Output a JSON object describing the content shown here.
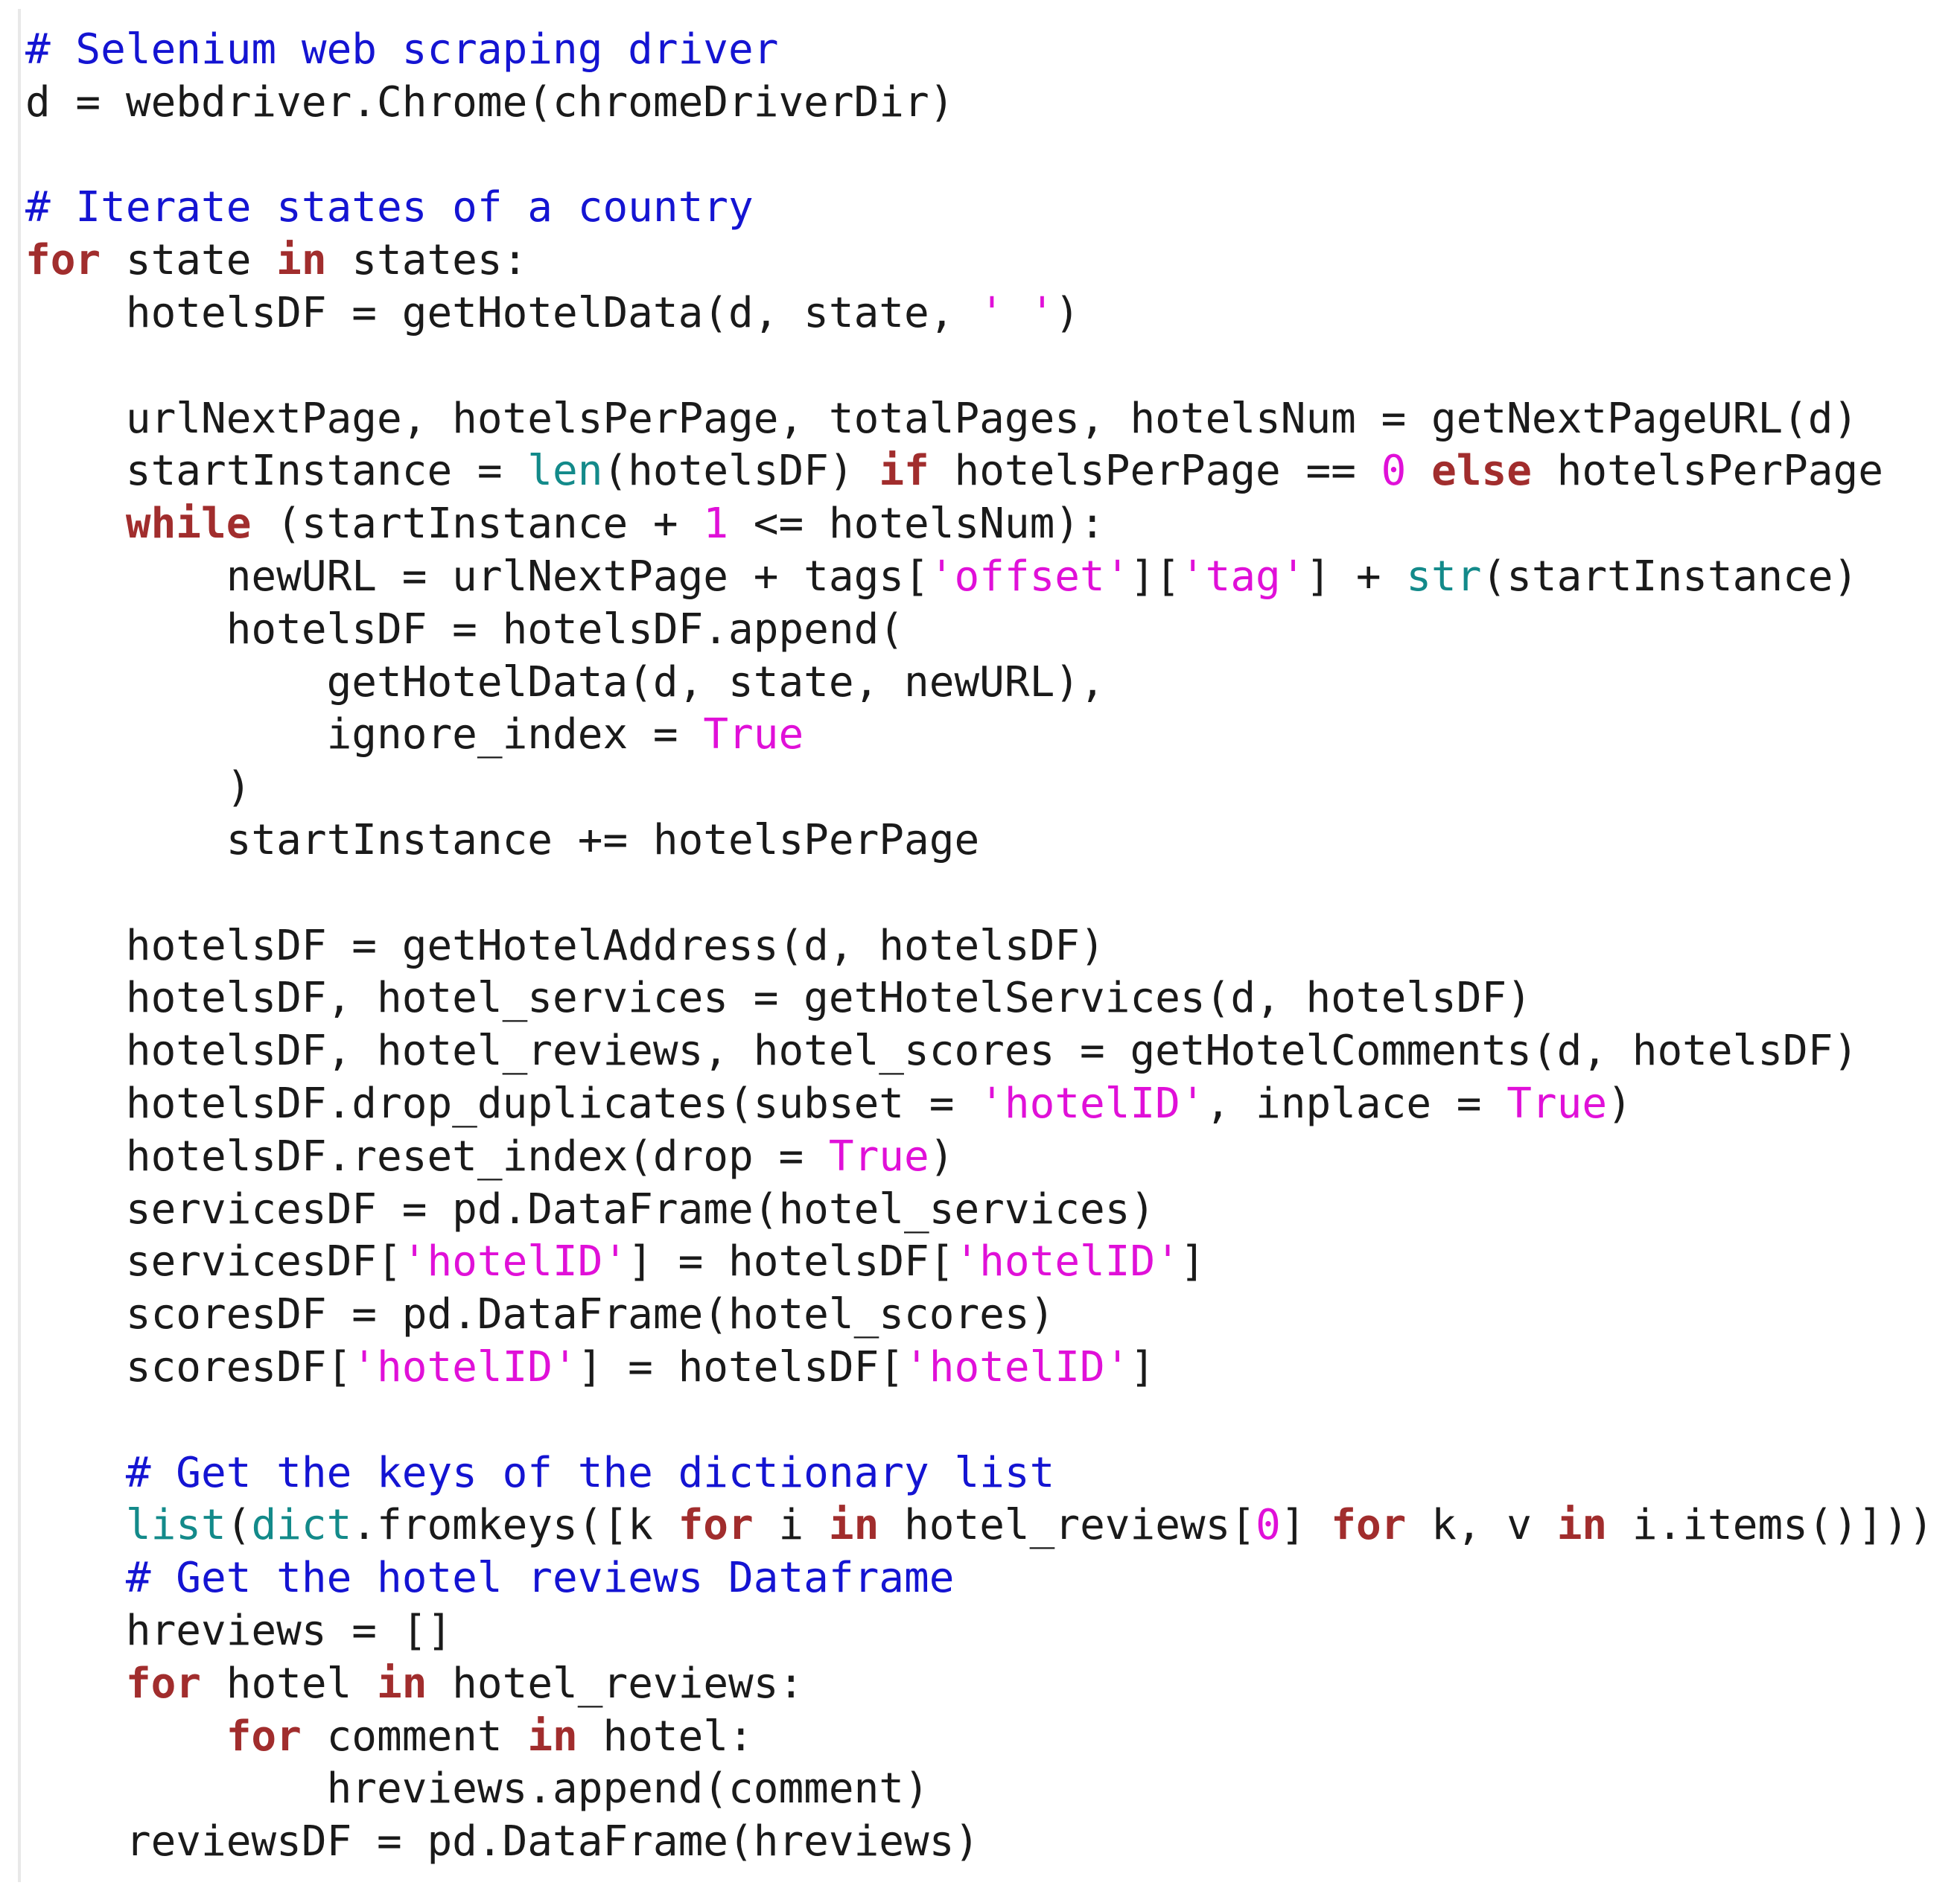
{
  "editor": {
    "lines": [
      {
        "tokens": [
          {
            "t": "# Selenium web scraping driver",
            "c": "cm"
          }
        ]
      },
      {
        "tokens": [
          {
            "t": "d = webdriver.Chrome(chromeDriverDir)",
            "c": ""
          }
        ]
      },
      {
        "tokens": []
      },
      {
        "tokens": [
          {
            "t": "# Iterate states of a country",
            "c": "cm"
          }
        ]
      },
      {
        "tokens": [
          {
            "t": "for",
            "c": "kw"
          },
          {
            "t": " state ",
            "c": ""
          },
          {
            "t": "in",
            "c": "kw"
          },
          {
            "t": " states:",
            "c": ""
          }
        ]
      },
      {
        "tokens": [
          {
            "t": "    hotelsDF = getHotelData(d, state, ",
            "c": ""
          },
          {
            "t": "' '",
            "c": "st"
          },
          {
            "t": ")",
            "c": ""
          }
        ]
      },
      {
        "tokens": []
      },
      {
        "tokens": [
          {
            "t": "    urlNextPage, hotelsPerPage, totalPages, hotelsNum = getNextPageURL(d)",
            "c": ""
          }
        ]
      },
      {
        "tokens": [
          {
            "t": "    startInstance = ",
            "c": ""
          },
          {
            "t": "len",
            "c": "bi"
          },
          {
            "t": "(hotelsDF) ",
            "c": ""
          },
          {
            "t": "if",
            "c": "kw"
          },
          {
            "t": " hotelsPerPage == ",
            "c": ""
          },
          {
            "t": "0",
            "c": "nm"
          },
          {
            "t": " ",
            "c": ""
          },
          {
            "t": "else",
            "c": "kw"
          },
          {
            "t": " hotelsPerPage",
            "c": ""
          }
        ]
      },
      {
        "tokens": [
          {
            "t": "    ",
            "c": ""
          },
          {
            "t": "while",
            "c": "kw"
          },
          {
            "t": " (startInstance + ",
            "c": ""
          },
          {
            "t": "1",
            "c": "nm"
          },
          {
            "t": " <= hotelsNum):",
            "c": ""
          }
        ]
      },
      {
        "tokens": [
          {
            "t": "        newURL = urlNextPage + tags[",
            "c": ""
          },
          {
            "t": "'offset'",
            "c": "st"
          },
          {
            "t": "][",
            "c": ""
          },
          {
            "t": "'tag'",
            "c": "st"
          },
          {
            "t": "] + ",
            "c": ""
          },
          {
            "t": "str",
            "c": "bi"
          },
          {
            "t": "(startInstance)",
            "c": ""
          }
        ]
      },
      {
        "tokens": [
          {
            "t": "        hotelsDF = hotelsDF.append(",
            "c": ""
          }
        ]
      },
      {
        "tokens": [
          {
            "t": "            getHotelData(d, state, newURL),",
            "c": ""
          }
        ]
      },
      {
        "tokens": [
          {
            "t": "            ignore_index = ",
            "c": ""
          },
          {
            "t": "True",
            "c": "bo"
          }
        ]
      },
      {
        "tokens": [
          {
            "t": "        )",
            "c": ""
          }
        ]
      },
      {
        "tokens": [
          {
            "t": "        startInstance += hotelsPerPage",
            "c": ""
          }
        ]
      },
      {
        "tokens": []
      },
      {
        "tokens": [
          {
            "t": "    hotelsDF = getHotelAddress(d, hotelsDF)",
            "c": ""
          }
        ]
      },
      {
        "tokens": [
          {
            "t": "    hotelsDF, hotel_services = getHotelServices(d, hotelsDF)",
            "c": ""
          }
        ]
      },
      {
        "tokens": [
          {
            "t": "    hotelsDF, hotel_reviews, hotel_scores = getHotelComments(d, hotelsDF)",
            "c": ""
          }
        ]
      },
      {
        "tokens": [
          {
            "t": "    hotelsDF.drop_duplicates(subset = ",
            "c": ""
          },
          {
            "t": "'hotelID'",
            "c": "st"
          },
          {
            "t": ", inplace = ",
            "c": ""
          },
          {
            "t": "True",
            "c": "bo"
          },
          {
            "t": ")",
            "c": ""
          }
        ]
      },
      {
        "tokens": [
          {
            "t": "    hotelsDF.reset_index(drop = ",
            "c": ""
          },
          {
            "t": "True",
            "c": "bo"
          },
          {
            "t": ")",
            "c": ""
          }
        ]
      },
      {
        "tokens": [
          {
            "t": "    servicesDF = pd.DataFrame(hotel_services)",
            "c": ""
          }
        ]
      },
      {
        "tokens": [
          {
            "t": "    servicesDF[",
            "c": ""
          },
          {
            "t": "'hotelID'",
            "c": "st"
          },
          {
            "t": "] = hotelsDF[",
            "c": ""
          },
          {
            "t": "'hotelID'",
            "c": "st"
          },
          {
            "t": "]",
            "c": ""
          }
        ]
      },
      {
        "tokens": [
          {
            "t": "    scoresDF = pd.DataFrame(hotel_scores)",
            "c": ""
          }
        ]
      },
      {
        "tokens": [
          {
            "t": "    scoresDF[",
            "c": ""
          },
          {
            "t": "'hotelID'",
            "c": "st"
          },
          {
            "t": "] = hotelsDF[",
            "c": ""
          },
          {
            "t": "'hotelID'",
            "c": "st"
          },
          {
            "t": "]",
            "c": ""
          }
        ]
      },
      {
        "tokens": []
      },
      {
        "tokens": [
          {
            "t": "    ",
            "c": ""
          },
          {
            "t": "# Get the keys of the dictionary list",
            "c": "cm"
          }
        ]
      },
      {
        "tokens": [
          {
            "t": "    ",
            "c": ""
          },
          {
            "t": "list",
            "c": "bi"
          },
          {
            "t": "(",
            "c": ""
          },
          {
            "t": "dict",
            "c": "bi"
          },
          {
            "t": ".fromkeys([k ",
            "c": ""
          },
          {
            "t": "for",
            "c": "kw"
          },
          {
            "t": " i ",
            "c": ""
          },
          {
            "t": "in",
            "c": "kw"
          },
          {
            "t": " hotel_reviews[",
            "c": ""
          },
          {
            "t": "0",
            "c": "nm"
          },
          {
            "t": "] ",
            "c": ""
          },
          {
            "t": "for",
            "c": "kw"
          },
          {
            "t": " k, v ",
            "c": ""
          },
          {
            "t": "in",
            "c": "kw"
          },
          {
            "t": " i.items()]))",
            "c": ""
          }
        ]
      },
      {
        "tokens": [
          {
            "t": "    ",
            "c": ""
          },
          {
            "t": "# Get the hotel reviews Dataframe",
            "c": "cm"
          }
        ]
      },
      {
        "tokens": [
          {
            "t": "    hreviews = []",
            "c": ""
          }
        ]
      },
      {
        "tokens": [
          {
            "t": "    ",
            "c": ""
          },
          {
            "t": "for",
            "c": "kw"
          },
          {
            "t": " hotel ",
            "c": ""
          },
          {
            "t": "in",
            "c": "kw"
          },
          {
            "t": " hotel_reviews:",
            "c": ""
          }
        ]
      },
      {
        "tokens": [
          {
            "t": "        ",
            "c": ""
          },
          {
            "t": "for",
            "c": "kw"
          },
          {
            "t": " comment ",
            "c": ""
          },
          {
            "t": "in",
            "c": "kw"
          },
          {
            "t": " hotel:",
            "c": ""
          }
        ]
      },
      {
        "tokens": [
          {
            "t": "            hreviews.append(comment)",
            "c": ""
          }
        ]
      },
      {
        "tokens": [
          {
            "t": "    reviewsDF = pd.DataFrame(hreviews)",
            "c": ""
          }
        ]
      }
    ]
  }
}
